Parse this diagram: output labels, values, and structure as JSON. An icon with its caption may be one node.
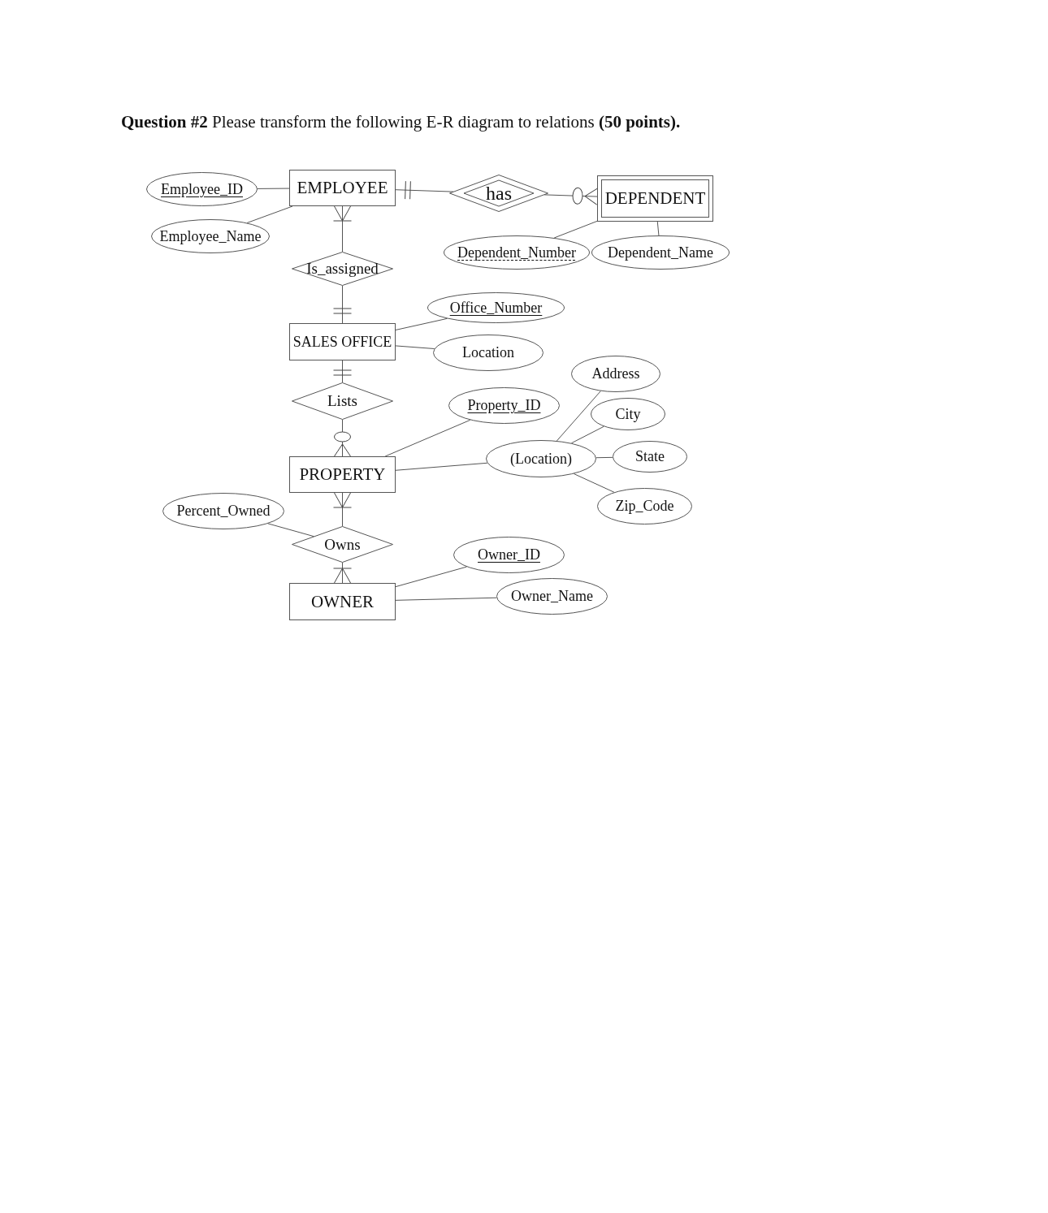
{
  "diagram": {
    "title": "**Question #2** Please transform the following E-R diagram to relations **(50 points).**",
    "nodes": [
      {
        "text": [
          "Employee_ID"
        ]
      },
      {
        "text": [
          "EMPLOYEE"
        ]
      },
      {
        "text": [
          "has"
        ]
      },
      {
        "text": [
          "DEPENDENT"
        ]
      },
      {
        "text": [
          "Employee_Name"
        ]
      },
      {
        "text": [
          "Dependent_Number"
        ]
      },
      {
        "text": [
          "Dependent_Name"
        ]
      },
      {
        "text": [
          "Is_assigned"
        ]
      },
      {
        "text": [
          "Office_Number"
        ]
      },
      {
        "text": [
          "SALES OFFICE"
        ]
      },
      {
        "text": [
          "Location"
        ]
      },
      {
        "text": [
          "Address"
        ]
      },
      {
        "text": [
          "Lists"
        ]
      },
      {
        "text": [
          "Property_ID"
        ]
      },
      {
        "text": [
          "City"
        ]
      },
      {
        "text": [
          "(Location)"
        ]
      },
      {
        "text": [
          "State"
        ]
      },
      {
        "text": [
          "PROPERTY"
        ]
      },
      {
        "text": [
          "Percent_Owned"
        ]
      },
      {
        "text": [
          "Zip_Code"
        ]
      },
      {
        "text": [
          "Owns"
        ]
      },
      {
        "text": [
          "Owner_ID"
        ]
      },
      {
        "text": [
          "Owner_Name"
        ]
      },
      {
        "text": [
          "OWNER"
        ]
      }
    ],
    "edges": [
      {
        "from": 0,
        "to": 1,
        "arrow": "none"
      },
      {
        "from": 4,
        "to": 1,
        "arrow": "none"
      },
      {
        "from": 2,
        "to": 1,
        "arrow": "other"
      },
      {
        "from": 2,
        "to": 3,
        "arrow": "other"
      },
      {
        "from": 5,
        "to": 3,
        "arrow": "none"
      },
      {
        "from": 6,
        "to": 3,
        "arrow": "none"
      },
      {
        "from": 7,
        "to": 1,
        "arrow": "other"
      },
      {
        "from": 7,
        "to": 9,
        "arrow": "other"
      },
      {
        "from": 8,
        "to": 9,
        "arrow": "none"
      },
      {
        "from": 10,
        "to": 9,
        "arrow": "none"
      },
      {
        "from": 12,
        "to": 9,
        "arrow": "other"
      },
      {
        "from": 12,
        "to": 17,
        "arrow": "other"
      },
      {
        "from": 13,
        "to": 17,
        "arrow": "none"
      },
      {
        "from": 15,
        "to": 17,
        "arrow": "none"
      },
      {
        "from": 11,
        "to": 15,
        "arrow": "none"
      },
      {
        "from": 14,
        "to": 15,
        "arrow": "none"
      },
      {
        "from": 16,
        "to": 15,
        "arrow": "none"
      },
      {
        "from": 19,
        "to": 15,
        "arrow": "none"
      },
      {
        "from": 20,
        "to": 17,
        "arrow": "other"
      },
      {
        "from": 20,
        "to": 23,
        "arrow": "other"
      },
      {
        "from": 18,
        "to": 20,
        "arrow": "none"
      },
      {
        "from": 21,
        "to": 23,
        "arrow": "none"
      },
      {
        "from": 22,
        "to": 23,
        "arrow": "none"
      }
    ]
  }
}
